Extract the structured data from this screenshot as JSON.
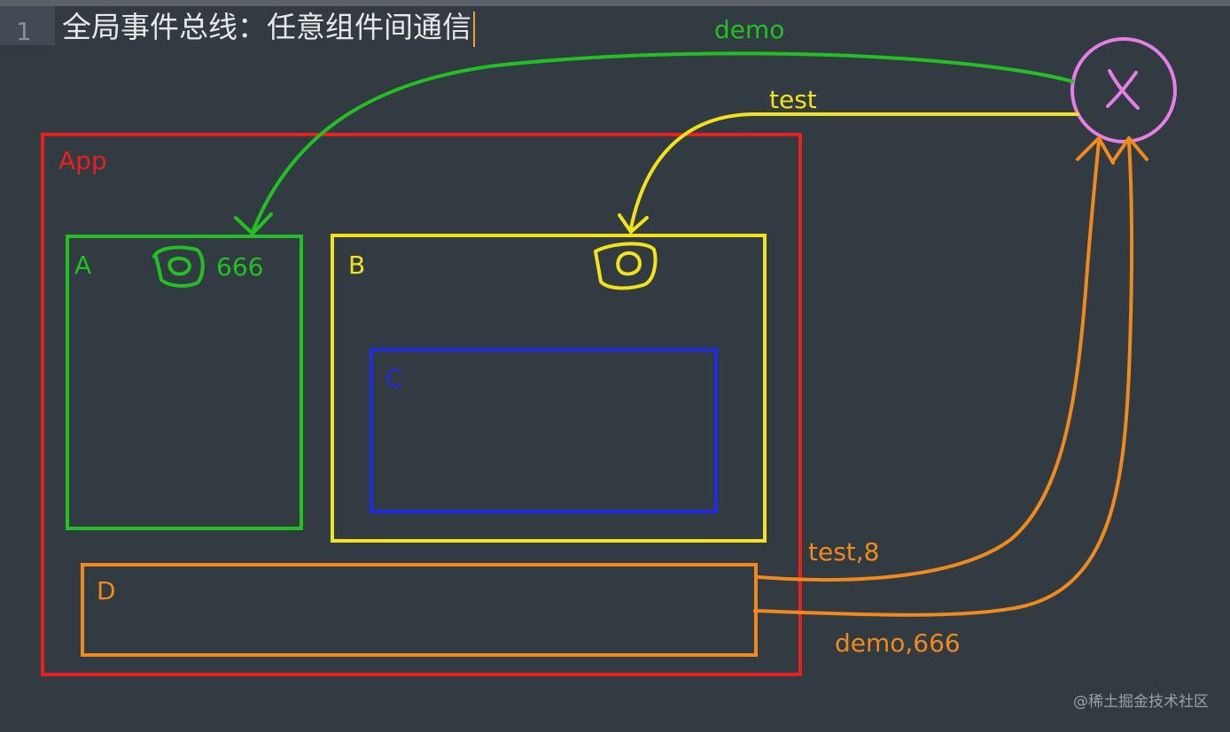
{
  "header": {
    "line_number": "1",
    "title": "全局事件总线：任意组件间通信"
  },
  "components": {
    "app": {
      "label": "App",
      "color": "#e82020"
    },
    "a": {
      "label": "A",
      "value": "666",
      "color": "#22c022"
    },
    "b": {
      "label": "B",
      "color": "#f2e21a"
    },
    "c": {
      "label": "C",
      "color": "#1c2ee0"
    },
    "d": {
      "label": "D",
      "color": "#f08a1c"
    }
  },
  "bus": {
    "symbol": "X",
    "color": "#e67ee6"
  },
  "events": {
    "demo_label": "demo",
    "test_label": "test",
    "emit_test": "test,8",
    "emit_demo": "demo,666"
  },
  "watermark": "@稀土掘金技术社区"
}
